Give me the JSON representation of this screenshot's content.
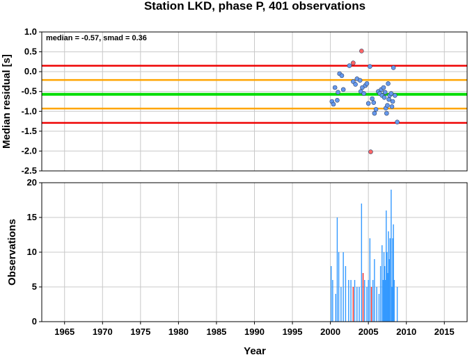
{
  "title": "Station LKD, phase P, 401 observations",
  "chart_data": [
    {
      "type": "scatter",
      "title": "Station LKD, phase P, 401 observations",
      "ylabel": "Median residual [s]",
      "xlim": [
        1962,
        2018
      ],
      "ylim": [
        -2.5,
        1.0
      ],
      "yticks": [
        "1.0",
        "0.5",
        "0.0",
        "-0.5",
        "-1.0",
        "-1.5",
        "-2.0",
        "-2.5"
      ],
      "grid": true,
      "annotation": "median = -0.57, smad = 0.36",
      "reference_lines": [
        {
          "y": 0.15,
          "color": "#ee0000"
        },
        {
          "y": -0.21,
          "color": "#ffa500"
        },
        {
          "y": -0.57,
          "color": "#00dd00"
        },
        {
          "y": -0.93,
          "color": "#ffa500"
        },
        {
          "y": -1.29,
          "color": "#ee0000"
        }
      ],
      "series": [
        {
          "color": "#6699ee",
          "points": [
            [
              2000.2,
              -0.75
            ],
            [
              2000.4,
              -0.82
            ],
            [
              2000.6,
              -0.4
            ],
            [
              2000.9,
              -0.72
            ],
            [
              2001.0,
              -0.52
            ],
            [
              2001.2,
              -0.05
            ],
            [
              2001.5,
              -0.1
            ],
            [
              2001.7,
              -0.45
            ],
            [
              2002.5,
              0.15
            ],
            [
              2003.0,
              -0.25
            ],
            [
              2003.3,
              -0.32
            ],
            [
              2003.5,
              -0.18
            ],
            [
              2003.9,
              -0.22
            ],
            [
              2004.0,
              -0.5
            ],
            [
              2004.2,
              -0.4
            ],
            [
              2004.4,
              -0.55
            ],
            [
              2004.6,
              -0.35
            ],
            [
              2004.8,
              -0.3
            ],
            [
              2005.0,
              -0.8
            ],
            [
              2005.2,
              0.13
            ],
            [
              2005.5,
              -0.68
            ],
            [
              2005.7,
              -0.78
            ],
            [
              2005.8,
              -1.05
            ],
            [
              2006.0,
              -0.95
            ],
            [
              2006.3,
              -0.5
            ],
            [
              2006.5,
              -0.55
            ],
            [
              2006.7,
              -0.45
            ],
            [
              2006.8,
              -0.6
            ],
            [
              2007.0,
              -0.4
            ],
            [
              2007.1,
              -0.65
            ],
            [
              2007.2,
              -0.52
            ],
            [
              2007.3,
              -0.92
            ],
            [
              2007.4,
              -1.05
            ],
            [
              2007.5,
              -0.85
            ],
            [
              2007.6,
              -0.3
            ],
            [
              2007.7,
              -0.7
            ],
            [
              2007.8,
              -0.6
            ],
            [
              2008.0,
              -0.55
            ],
            [
              2008.1,
              -0.88
            ],
            [
              2008.2,
              -0.75
            ],
            [
              2008.3,
              0.1
            ],
            [
              2008.5,
              -0.6
            ],
            [
              2008.8,
              -1.27
            ]
          ]
        },
        {
          "color": "#ff6666",
          "points": [
            [
              2003.0,
              0.22
            ],
            [
              2004.1,
              0.52
            ],
            [
              2005.3,
              -2.02
            ]
          ]
        }
      ]
    },
    {
      "type": "bar",
      "xlabel": "Year",
      "ylabel": "Observations",
      "xlim": [
        1962,
        2018
      ],
      "ylim": [
        0,
        20
      ],
      "xticks": [
        "1965",
        "1970",
        "1975",
        "1980",
        "1985",
        "1990",
        "1995",
        "2000",
        "2005",
        "2010",
        "2015"
      ],
      "yticks": [
        "20",
        "15",
        "10",
        "5",
        "0"
      ],
      "grid": true,
      "series": [
        {
          "color": "#3399ff",
          "bars": [
            [
              2000.1,
              8
            ],
            [
              2000.3,
              6
            ],
            [
              2000.7,
              4
            ],
            [
              2000.9,
              15
            ],
            [
              2001.1,
              10
            ],
            [
              2001.4,
              5
            ],
            [
              2001.7,
              10
            ],
            [
              2002.0,
              8
            ],
            [
              2002.4,
              6
            ],
            [
              2002.7,
              6
            ],
            [
              2003.2,
              6
            ],
            [
              2003.5,
              5
            ],
            [
              2003.8,
              5
            ],
            [
              2004.1,
              17
            ],
            [
              2004.5,
              6
            ],
            [
              2004.8,
              5
            ],
            [
              2005.0,
              6
            ],
            [
              2005.2,
              12
            ],
            [
              2005.6,
              6
            ],
            [
              2005.8,
              9
            ],
            [
              2006.1,
              5
            ],
            [
              2006.4,
              4
            ],
            [
              2006.6,
              8
            ],
            [
              2006.8,
              11
            ],
            [
              2006.95,
              6
            ],
            [
              2007.05,
              10
            ],
            [
              2007.15,
              8
            ],
            [
              2007.25,
              6
            ],
            [
              2007.35,
              16
            ],
            [
              2007.45,
              10
            ],
            [
              2007.55,
              7
            ],
            [
              2007.65,
              13
            ],
            [
              2007.75,
              9
            ],
            [
              2007.85,
              12
            ],
            [
              2008.0,
              19
            ],
            [
              2008.1,
              5
            ],
            [
              2008.2,
              12
            ],
            [
              2008.3,
              14
            ],
            [
              2008.4,
              6
            ],
            [
              2008.8,
              5
            ]
          ]
        },
        {
          "color": "#ee2222",
          "bars": [
            [
              2003.0,
              5
            ],
            [
              2004.3,
              7
            ],
            [
              2005.4,
              5
            ]
          ]
        }
      ]
    }
  ]
}
